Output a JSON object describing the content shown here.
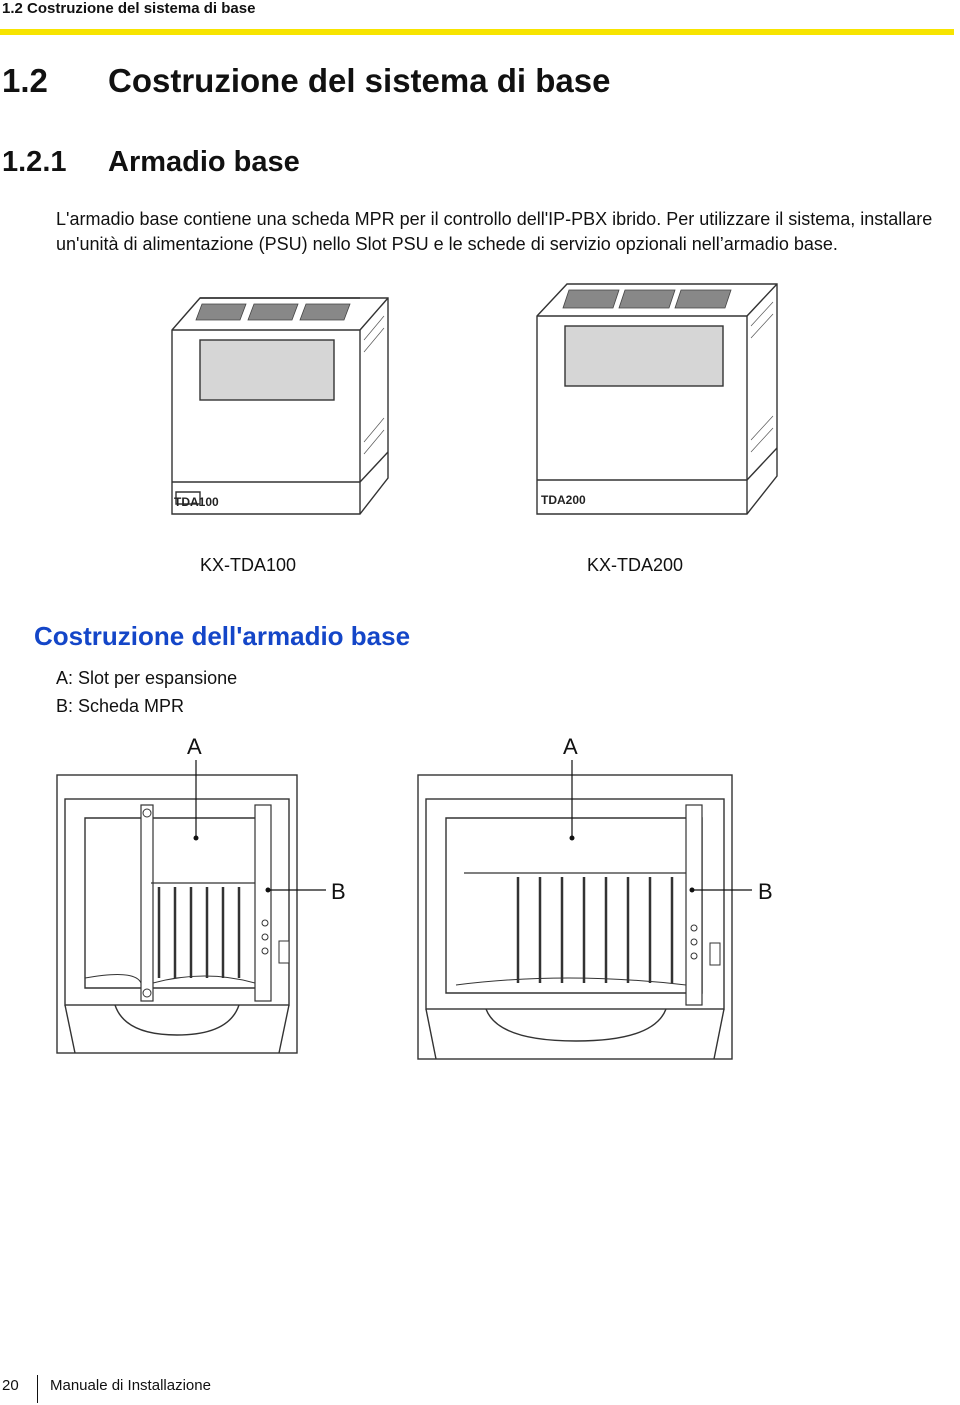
{
  "running_header": "1.2 Costruzione del sistema di base",
  "section": {
    "number": "1.2",
    "title": "Costruzione del sistema di base"
  },
  "subsection": {
    "number": "1.2.1",
    "title": "Armadio base"
  },
  "intro": "L'armadio base contiene una scheda MPR per il controllo dell'IP-PBX ibrido. Per utilizzare il sistema, installare un'unità di alimentazione (PSU) nello Slot PSU e le schede di servizio opzionali nell’armadio base.",
  "cabinets": [
    {
      "caption": "KX-TDA100",
      "logo": "TDA100"
    },
    {
      "caption": "KX-TDA200",
      "logo": "TDA200"
    }
  ],
  "construction": {
    "heading": "Costruzione dell'armadio base",
    "legend": [
      "A: Slot per espansione",
      "B: Scheda MPR"
    ],
    "callouts": {
      "a": "A",
      "b": "B"
    }
  },
  "footer": {
    "page": "20",
    "title": "Manuale di Installazione"
  },
  "colors": {
    "accent_rule": "#f7e400",
    "heading_blue": "#1446c8"
  }
}
